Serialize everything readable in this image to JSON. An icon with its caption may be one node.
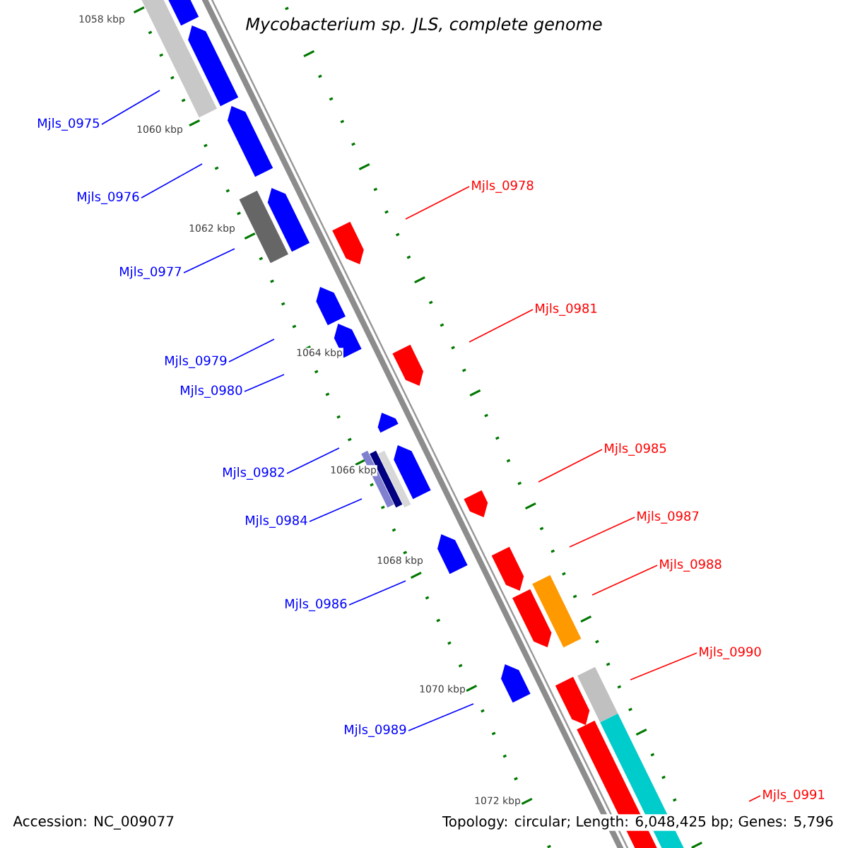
{
  "diagram": {
    "title": "*Mycobacterium sp. JLS, complete genome*",
    "nodes": [
      {
        "text": [
          "Mjls_0975"
        ]
      },
      {
        "text": [
          "Mjls_0978"
        ]
      },
      {
        "text": [
          "Mjls_0976"
        ]
      },
      {
        "text": [
          "Mjls_0977"
        ]
      },
      {
        "text": [
          "Mjls_0981"
        ]
      },
      {
        "text": [
          "Mjls_0979"
        ]
      },
      {
        "text": [
          "Mjls_0980"
        ]
      },
      {
        "text": [
          "Mjls_0985"
        ]
      },
      {
        "text": [
          "Mjls_0982"
        ]
      },
      {
        "text": [
          "Mjls_0987"
        ]
      },
      {
        "text": [
          "Mjls_0984"
        ]
      },
      {
        "text": [
          "Mjls_0988"
        ]
      },
      {
        "text": [
          "Mjls_0986"
        ]
      },
      {
        "text": [
          "Mjls_0990"
        ]
      },
      {
        "text": [
          "Mjls_0989"
        ]
      },
      {
        "text": [
          "Mjls_0991"
        ]
      }
    ],
    "edges": [
      {
        "from": 0,
        "to": null,
        "arrow": "none"
      },
      {
        "from": 1,
        "to": null,
        "arrow": "none",
        "color": "#ff0000"
      },
      {
        "from": 2,
        "to": null,
        "arrow": "none"
      },
      {
        "from": 3,
        "to": null,
        "arrow": "none"
      },
      {
        "from": 4,
        "to": null,
        "arrow": "none",
        "color": "#ff0000"
      },
      {
        "from": 5,
        "to": null,
        "arrow": "none"
      },
      {
        "from": 6,
        "to": null,
        "arrow": "none"
      },
      {
        "from": 7,
        "to": null,
        "arrow": "none",
        "color": "#ff0000"
      },
      {
        "from": 8,
        "to": null,
        "arrow": "none"
      },
      {
        "from": 9,
        "to": null,
        "arrow": "none",
        "color": "#ff0000"
      },
      {
        "from": 10,
        "to": null,
        "arrow": "none"
      },
      {
        "from": 11,
        "to": null,
        "arrow": "none",
        "color": "#ff0000"
      },
      {
        "from": 12,
        "to": null,
        "arrow": "none"
      },
      {
        "from": 13,
        "to": null,
        "arrow": "none",
        "color": "#ff0000"
      },
      {
        "from": 14,
        "to": null,
        "arrow": "none"
      },
      {
        "from": 15,
        "to": null,
        "arrow": "none",
        "color": "#ff0000"
      }
    ],
    "labels": [
      "1058 kbp",
      "1060 kbp",
      "1062 kbp",
      "1064 kbp",
      "1066 kbp",
      "1068 kbp",
      "1070 kbp",
      "1072 kbp",
      "Accession: NC_009077",
      "Topology: circular; Length: 6,048,425 bp; Genes: 5,796"
    ]
  }
}
